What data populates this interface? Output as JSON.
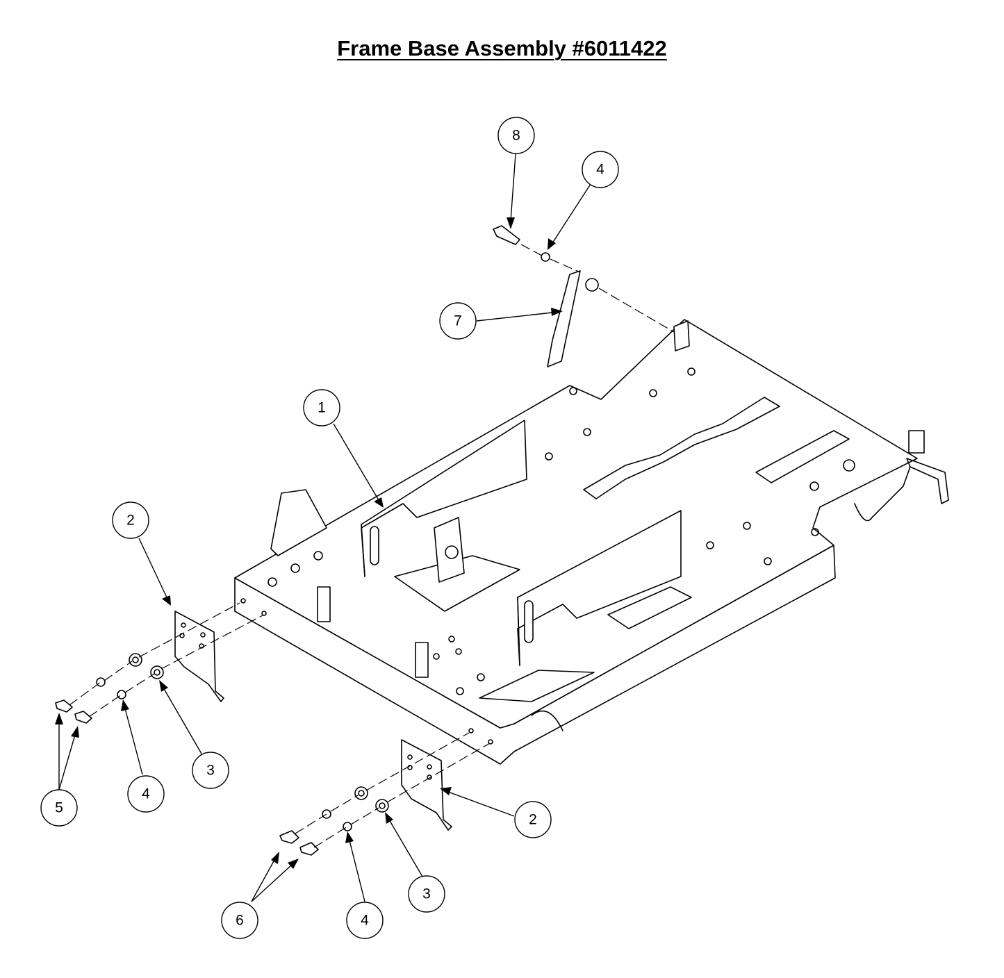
{
  "title": "Frame Base Assembly #6011422",
  "callouts": {
    "c1": "1",
    "c2a": "2",
    "c2b": "2",
    "c3a": "3",
    "c3b": "3",
    "c4a": "4",
    "c4b": "4",
    "c4c": "4",
    "c5": "5",
    "c6": "6",
    "c7": "7",
    "c8": "8"
  }
}
